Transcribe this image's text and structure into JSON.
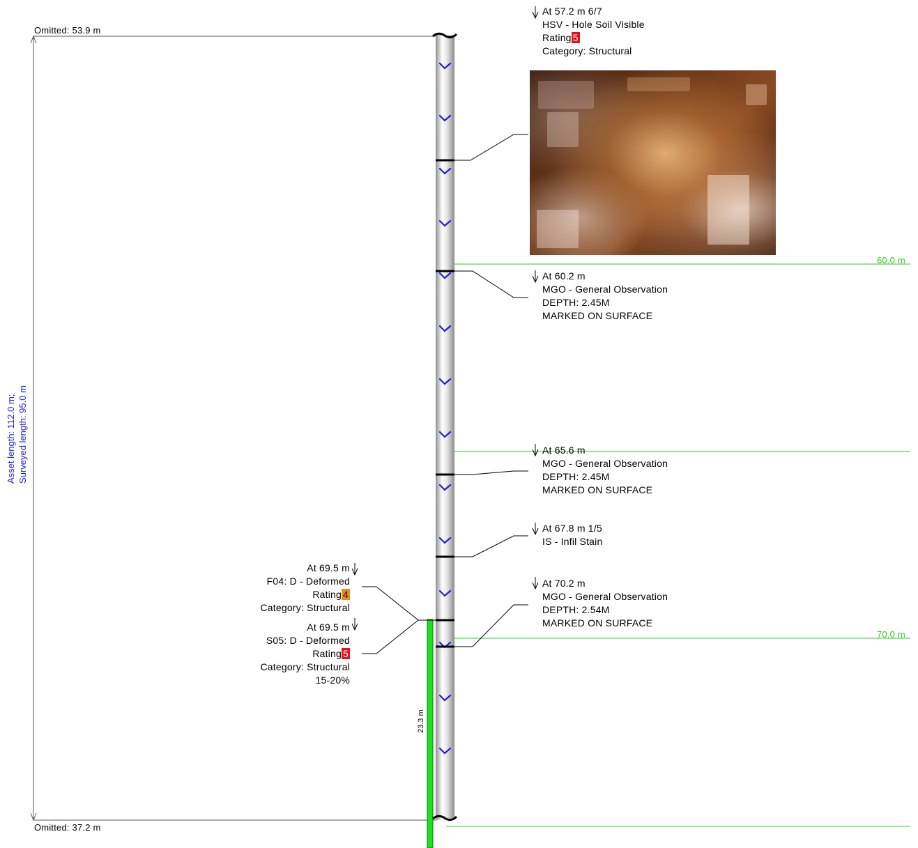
{
  "omitted_top": "Omitted: 53.9 m",
  "omitted_bottom": "Omitted: 37.2 m",
  "asset_length": "Asset length: 112.0 m;",
  "surveyed_length": "Surveyed length: 95.0 m",
  "distance_markers": [
    "60.0 m",
    "70.0 m"
  ],
  "segment_length_label": "23.3 m",
  "observations": {
    "hsv": {
      "position": "At 57.2 m 6/7",
      "code": "HSV - Hole Soil Visible",
      "rating_label": "Rating",
      "rating": "5",
      "category": "Category: Structural"
    },
    "mgo1": {
      "position": "At 60.2 m",
      "code": "MGO - General Observation",
      "line1": "DEPTH: 2.45M",
      "line2": "MARKED ON SURFACE"
    },
    "mgo2": {
      "position": "At 65.6 m",
      "code": "MGO - General Observation",
      "line1": "DEPTH: 2.45M",
      "line2": "MARKED ON SURFACE"
    },
    "is": {
      "position": "At 67.8 m 1/5",
      "code": "IS - Infil Stain"
    },
    "mgo3": {
      "position": "At 70.2 m",
      "code": "MGO - General Observation",
      "line1": "DEPTH: 2.54M",
      "line2": "MARKED ON SURFACE"
    },
    "f04": {
      "position": "At 69.5 m",
      "code": "F04: D - Deformed",
      "rating_label": "Rating",
      "rating": "4",
      "category": "Category: Structural"
    },
    "s05": {
      "position": "At 69.5 m",
      "code": "S05: D - Deformed",
      "rating_label": "Rating",
      "rating": "5",
      "category": "Category: Structural",
      "extra": "15-20%"
    }
  },
  "colors": {
    "flow_arrow": "#1e1ed2",
    "marker_line": "#2ecc1e",
    "rating_5": "#e8101a",
    "rating_4": "#f08a14"
  }
}
